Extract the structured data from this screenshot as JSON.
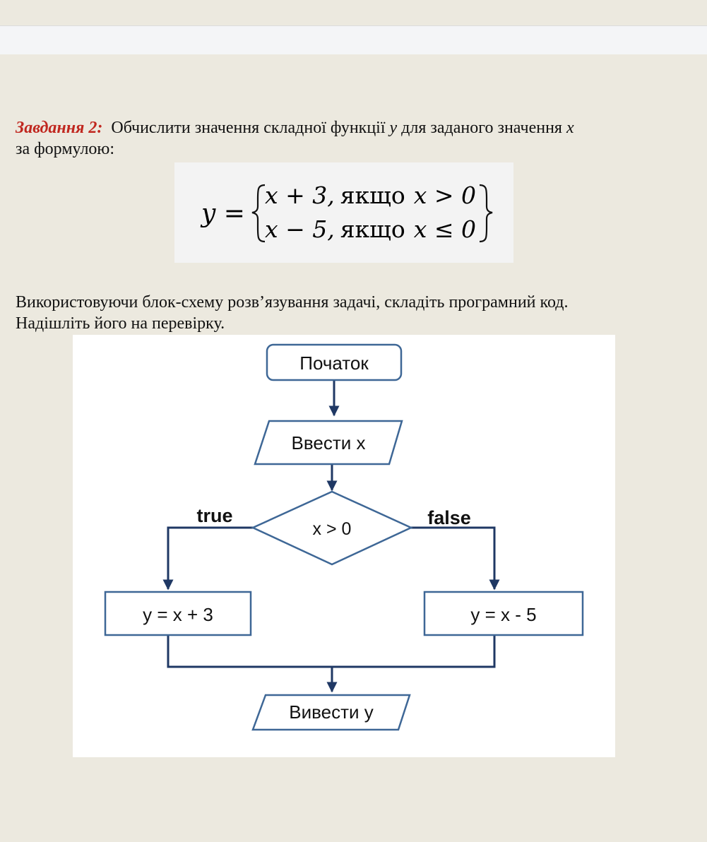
{
  "task": {
    "label": "Завдання 2:",
    "text_part1": "Обчислити значення складної функції ",
    "var_y": "y",
    "text_part2": " для заданого значення ",
    "var_x": "x",
    "text_part3": "за формулою:"
  },
  "formula": {
    "lhs": "y =",
    "case1_expr": "x + 3,",
    "case1_cond_word": "якщо",
    "case1_cond": "x > 0",
    "case2_expr": "x − 5,",
    "case2_cond_word": "якщо",
    "case2_cond": "x ≤ 0"
  },
  "instructions": {
    "line1": "Використовуючи блок-схему розв’язування задачі, складіть програмний код.",
    "line2": "Надішліть його на перевірку."
  },
  "flowchart": {
    "start": "Початок",
    "input": "Ввести x",
    "condition": "x > 0",
    "true_label": "true",
    "false_label": "false",
    "true_action": "y = x + 3",
    "false_action": "y = x - 5",
    "output": "Вивести y",
    "colors": {
      "box_border": "#3e6796",
      "connector": "#1f3864"
    }
  }
}
